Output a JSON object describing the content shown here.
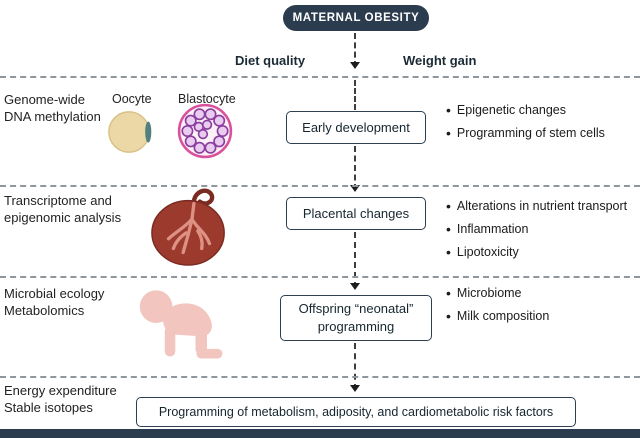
{
  "title_badge": "MATERNAL OBESITY",
  "factors": {
    "left": "Diet quality",
    "right": "Weight gain"
  },
  "rows": [
    {
      "method": "Genome-wide\nDNA methylation",
      "image_labels": [
        "Oocyte",
        "Blastocyte"
      ],
      "stage": "Early development",
      "outcomes": [
        "Epigenetic changes",
        "Programming of stem cells"
      ]
    },
    {
      "method": "Transcriptome and\nepigenomic analysis",
      "stage": "Placental changes",
      "outcomes": [
        "Alterations in nutrient transport",
        "Inflammation",
        "Lipotoxicity"
      ]
    },
    {
      "method": "Microbial ecology\nMetabolomics",
      "stage": "Offspring “neonatal”\nprogramming",
      "outcomes": [
        "Microbiome",
        "Milk composition"
      ]
    },
    {
      "method": "Energy expenditure\nStable isotopes",
      "stage": "Programming of metabolism, adiposity, and cardiometabolic risk factors",
      "outcomes": []
    }
  ],
  "colors": {
    "badge_bg": "#2b3c4e",
    "box_border": "#2e3f4f",
    "baby_pink": "#f2c6bf",
    "placenta_dark": "#9c3a2e",
    "placenta_branch": "#dd9183",
    "oocyte_fill": "#ecd7a6",
    "oocyte_teal": "#51807f",
    "blastocyte_pink": "#d9519c",
    "blastocyte_purple": "#8a3f9e"
  }
}
